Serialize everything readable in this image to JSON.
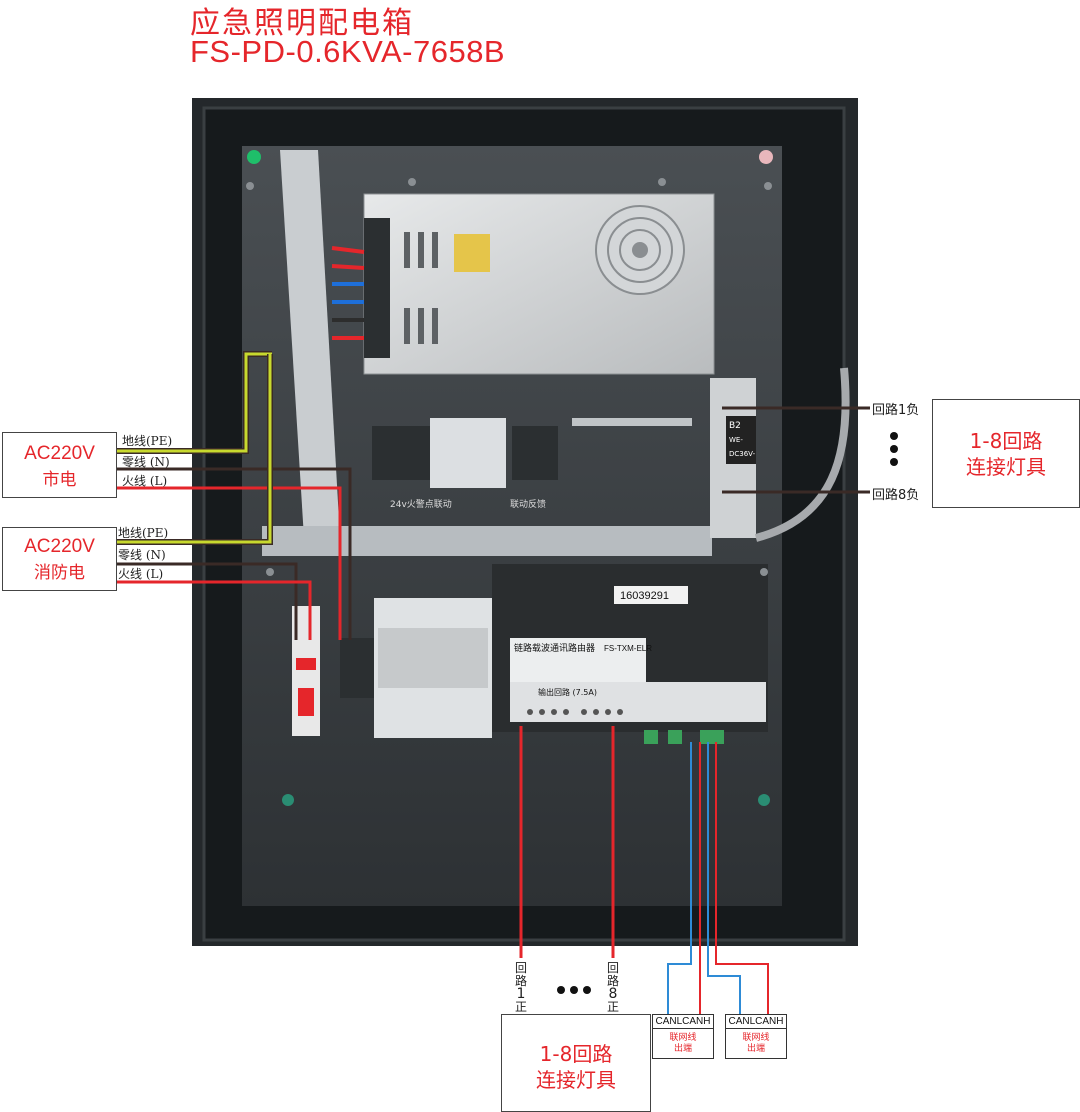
{
  "title": {
    "line1": "应急照明配电箱",
    "line2": "FS-PD-0.6KVA-7658B"
  },
  "sources": [
    {
      "title": "AC220V",
      "subtitle": "市电",
      "wires": [
        "地线(PE)",
        "零线 (N)",
        "火线 (L)"
      ]
    },
    {
      "title": "AC220V",
      "subtitle": "消防电",
      "wires": [
        "地线(PE)",
        "零线 (N)",
        "火线 (L)"
      ]
    }
  ],
  "right_side": {
    "loop_first": "回路1负",
    "loop_last": "回路8负",
    "box_line1": "1-8回路",
    "box_line2": "连接灯具"
  },
  "bottom": {
    "loop1_chars": [
      "回",
      "路",
      "1",
      "正"
    ],
    "loop8_chars": [
      "回",
      "路",
      "8",
      "正"
    ],
    "box_line1": "1-8回路",
    "box_line2": "连接灯具",
    "can_boxes": [
      {
        "header": "CANLCANH",
        "line1": "联网线",
        "line2": "出端"
      },
      {
        "header": "CANLCANH",
        "line1": "联网线",
        "line2": "出端"
      }
    ]
  },
  "device": {
    "label_24v": "24v火警点联动",
    "label_feedback": "联动反馈",
    "serial": "16039291",
    "router_name": "链路载波通讯路由器",
    "router_model": "FS-TXM-ELR",
    "output_label": "输出回路 (7.5A)",
    "b2": "B2",
    "wm": "WE-",
    "dc": "DC36V-"
  },
  "colors": {
    "red": "#e5262b",
    "ground": "#c8d92e",
    "neutral": "#3a2a26",
    "blue": "#2e8bd6"
  }
}
